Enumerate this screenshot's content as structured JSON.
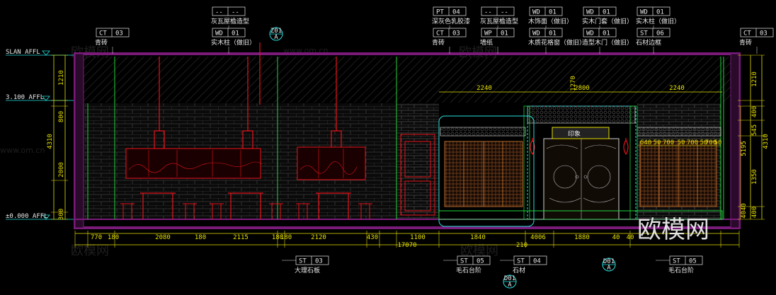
{
  "levels": [
    {
      "label": "SLAN AFFL"
    },
    {
      "label": "3.100 AFFL"
    },
    {
      "label": "±0.000 AFFL"
    }
  ],
  "left_dims": [
    "1210",
    "800",
    "4310",
    "2000",
    "300"
  ],
  "right_dims": [
    "1210",
    "400",
    "545",
    "1350",
    "400",
    "4310"
  ],
  "right_small": [
    "5195",
    "4040"
  ],
  "top_dims": [
    "2240",
    "1270",
    "2800",
    "2240"
  ],
  "bottom_dims": [
    "770",
    "180",
    "2080",
    "180",
    "2115",
    "180",
    "2120",
    "180",
    "430",
    "1100",
    "1840",
    "4006",
    "1880",
    "40",
    "40",
    "17070",
    "210"
  ],
  "inner_dims_top": [
    "640",
    "50",
    "700",
    "50",
    "700",
    "50",
    "700",
    "50"
  ],
  "top_tags": [
    {
      "code": "CT",
      "num": "03",
      "desc": "青砖"
    },
    {
      "code": "--",
      "num": "--",
      "desc": "灰瓦屋檐造型"
    },
    {
      "code": "WD",
      "num": "01",
      "desc": "实木柱（做旧）"
    },
    {
      "code": "PT",
      "num": "04",
      "desc": "深灰色乳胶漆"
    },
    {
      "code": "CT",
      "num": "03",
      "desc": "青砖"
    },
    {
      "code": "--",
      "num": "--",
      "desc": "灰瓦屋檐造型"
    },
    {
      "code": "WP",
      "num": "01",
      "desc": "墙纸"
    },
    {
      "code": "WD",
      "num": "01",
      "desc": "木饰面（做旧）"
    },
    {
      "code": "WD",
      "num": "01",
      "desc": "木质花格窗（做旧）"
    },
    {
      "code": "WD",
      "num": "01",
      "desc": "实木门套（做旧）"
    },
    {
      "code": "WD",
      "num": "01",
      "desc": "造型木门（做旧）"
    },
    {
      "code": "WD",
      "num": "01",
      "desc": "实木柱（做旧）"
    },
    {
      "code": "ST",
      "num": "06",
      "desc": "石材边框"
    },
    {
      "code": "CT",
      "num": "03",
      "desc": "青砖"
    }
  ],
  "bottom_tags": [
    {
      "code": "ST",
      "num": "03",
      "desc": "大理石板"
    },
    {
      "code": "ST",
      "num": "05",
      "desc": "毛石台阶"
    },
    {
      "code": "ST",
      "num": "04",
      "desc": "石材"
    },
    {
      "code": "ST",
      "num": "05",
      "desc": "毛石台阶"
    }
  ],
  "section_marks": [
    {
      "id": "Z01",
      "sheet": "A"
    },
    {
      "id": "D01",
      "sheet": "A"
    },
    {
      "id": "D01",
      "sheet": "A"
    }
  ],
  "signboard": "印象",
  "watermark": {
    "brand": "欧模网",
    "url": "www.om.cn"
  },
  "colors": {
    "wall": "#7a1b7a",
    "dim": "#e6e000",
    "red": "#e8141b",
    "green": "#1fd43a",
    "cyan": "#28e0e0",
    "white": "#e8e8e8"
  }
}
